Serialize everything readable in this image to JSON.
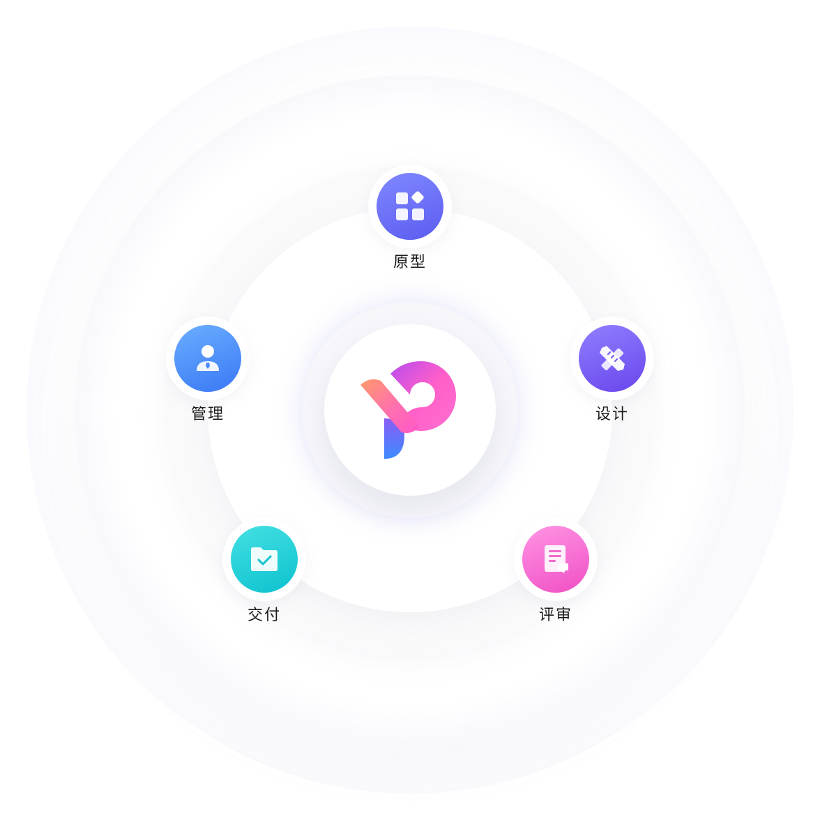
{
  "hub": {
    "logo": "p-logo"
  },
  "nodes": [
    {
      "id": "prototype",
      "label": "原型",
      "icon": "apps-icon",
      "gradient": [
        "#7d84ff",
        "#5b5cf0"
      ]
    },
    {
      "id": "design",
      "label": "设计",
      "icon": "ruler-pencil-icon",
      "gradient": [
        "#8a7bff",
        "#6a45ec"
      ]
    },
    {
      "id": "review",
      "label": "评审",
      "icon": "document-comment-icon",
      "gradient": [
        "#ff8ee2",
        "#f04fc4"
      ]
    },
    {
      "id": "delivery",
      "label": "交付",
      "icon": "folder-check-icon",
      "gradient": [
        "#3ddde0",
        "#0dc4cf"
      ]
    },
    {
      "id": "manage",
      "label": "管理",
      "icon": "user-icon",
      "gradient": [
        "#63a6ff",
        "#3a78f5"
      ]
    }
  ]
}
